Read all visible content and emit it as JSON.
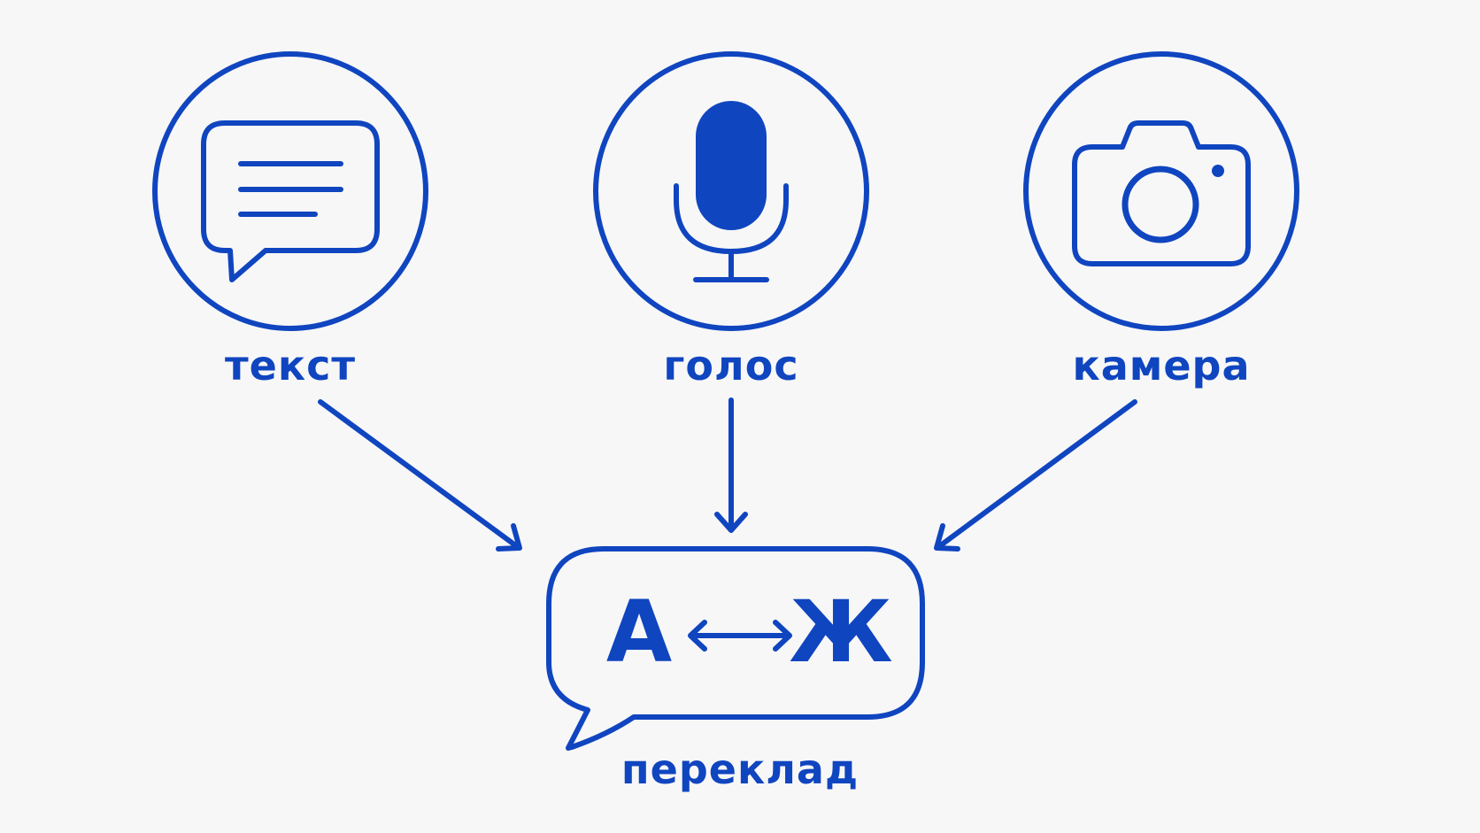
{
  "colors": {
    "accent": "#1045c0",
    "background": "#f7f7f7"
  },
  "inputs": [
    {
      "label": "текст",
      "icon": "chat-bubble-text-icon"
    },
    {
      "label": "голос",
      "icon": "microphone-icon"
    },
    {
      "label": "камера",
      "icon": "camera-icon"
    }
  ],
  "output": {
    "label": "переклад",
    "icon": "translate-bubble-icon",
    "source_glyph": "A",
    "target_glyph": "Ж"
  }
}
